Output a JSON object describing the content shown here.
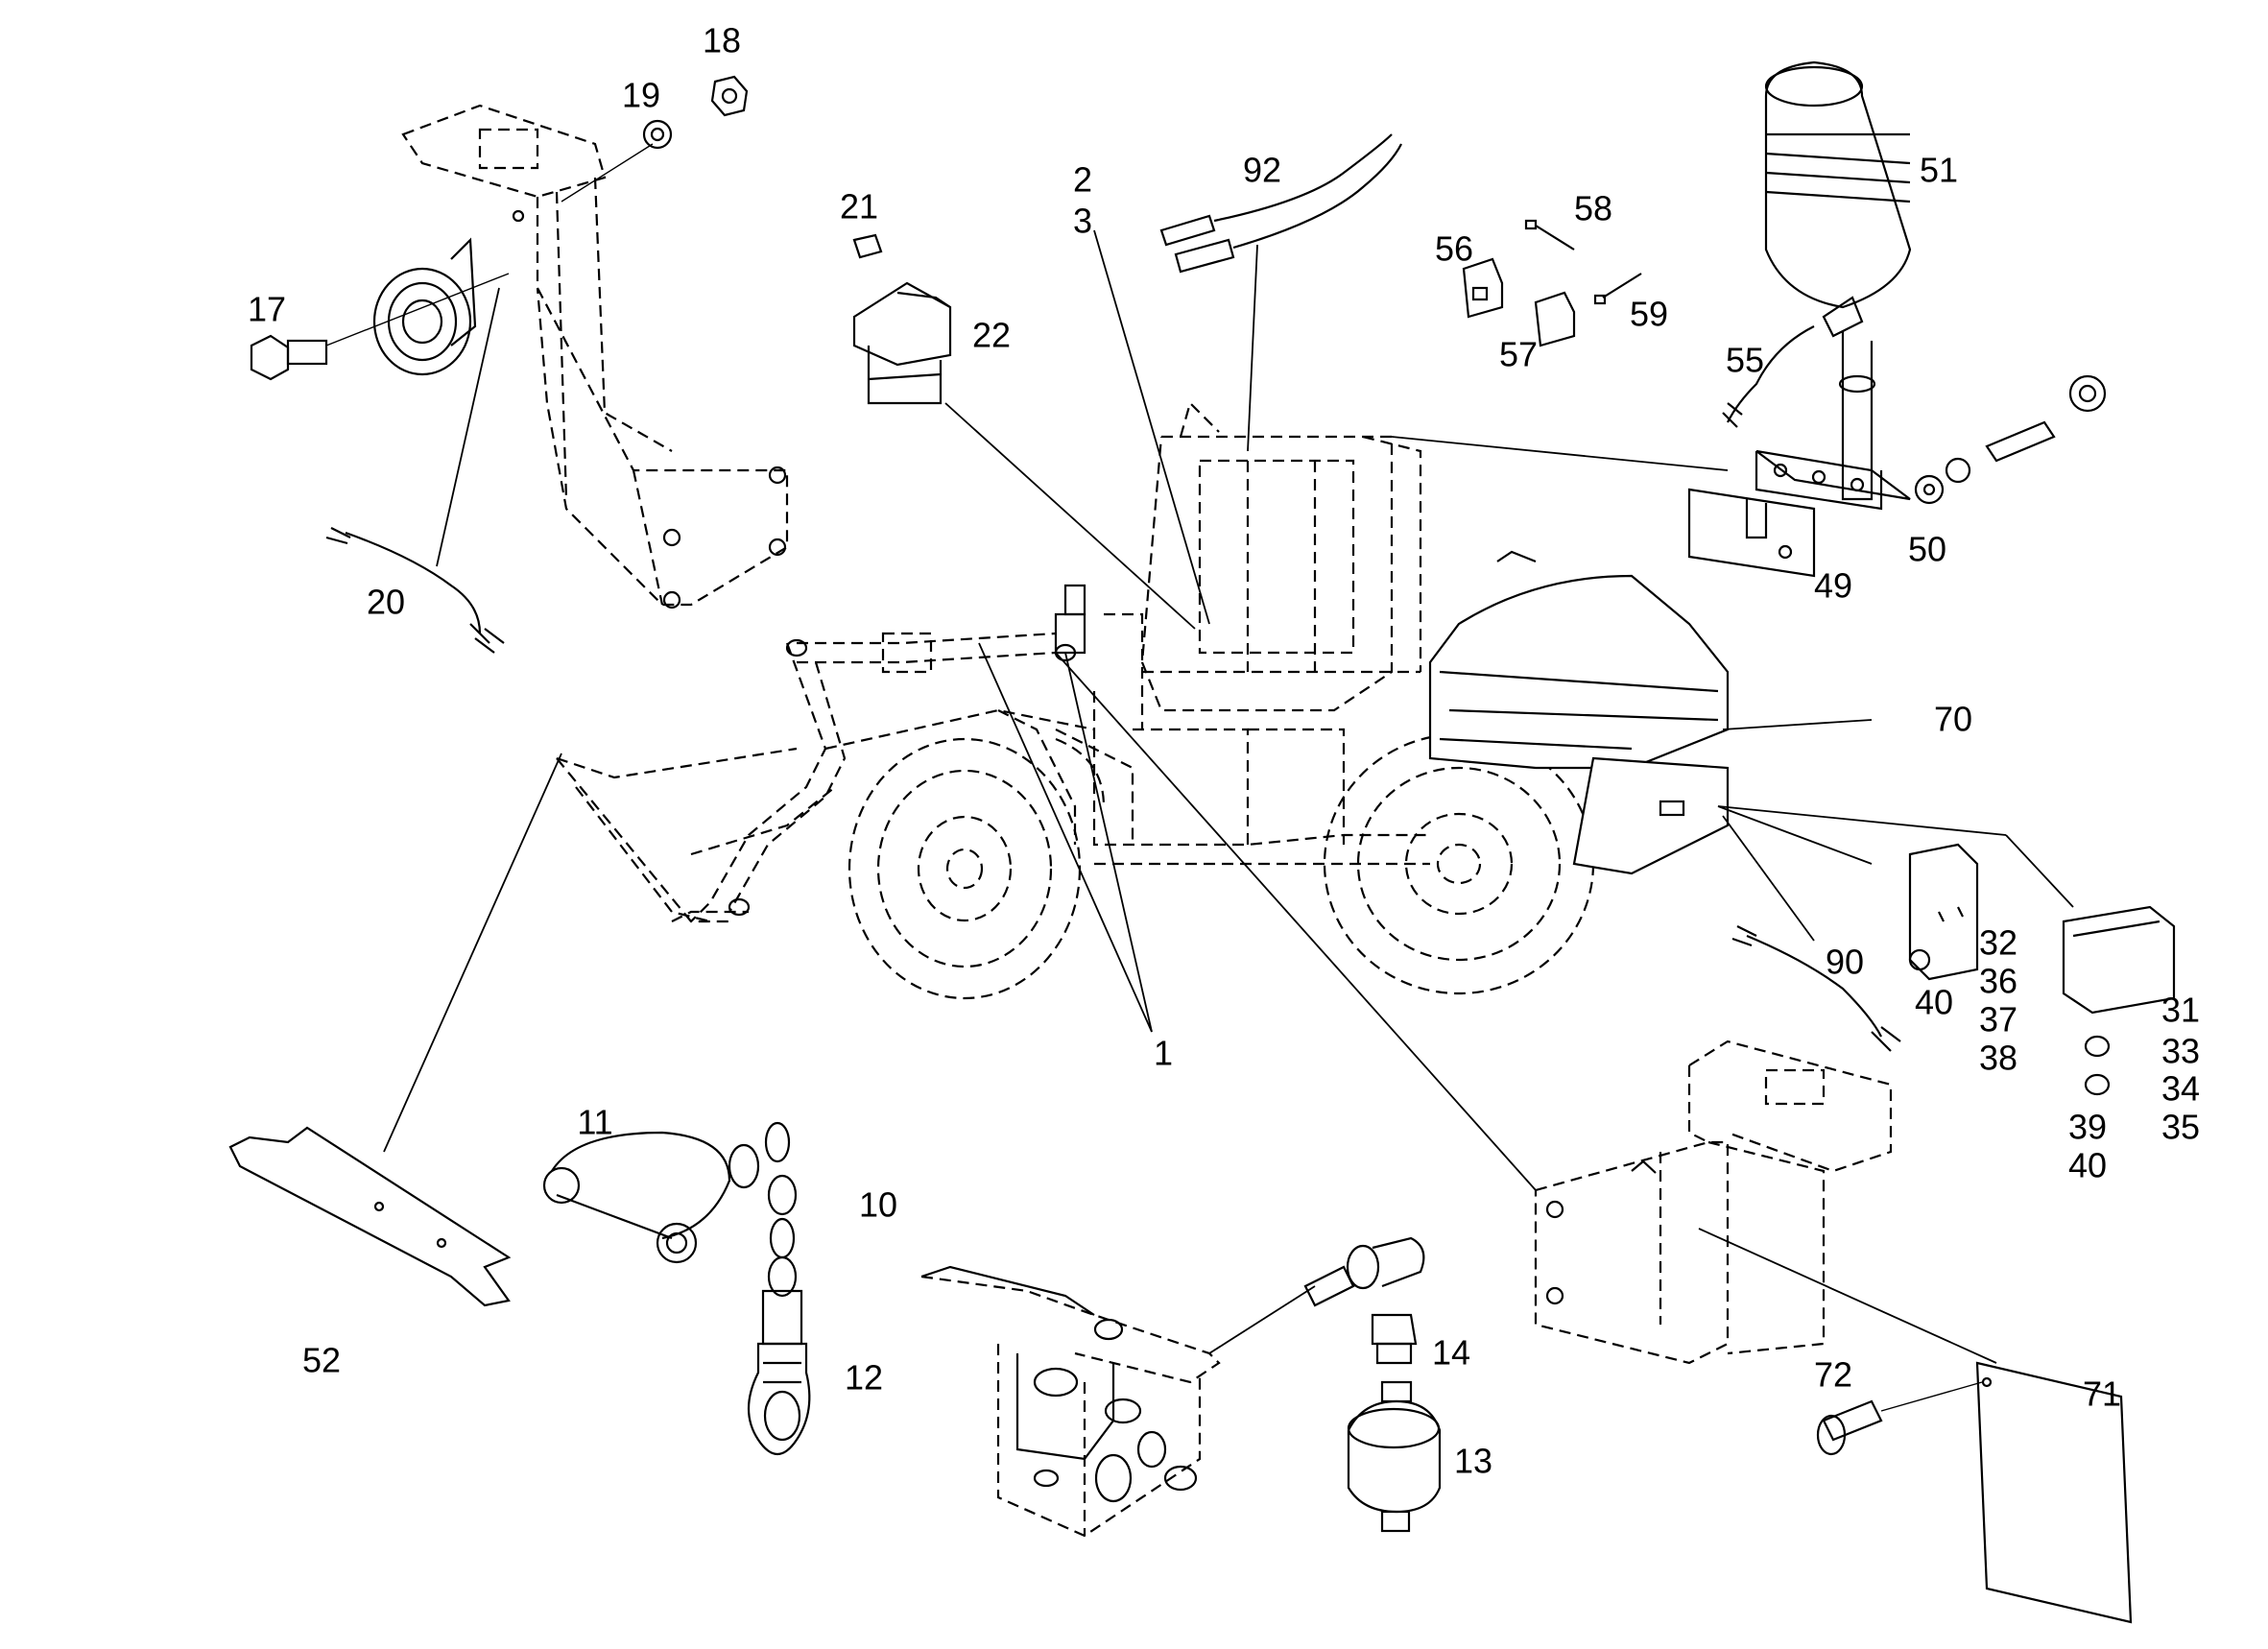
{
  "callouts": {
    "c1": "1",
    "c2": "2",
    "c3": "3",
    "c10": "10",
    "c11": "11",
    "c12": "12",
    "c13": "13",
    "c14": "14",
    "c17": "17",
    "c18": "18",
    "c19": "19",
    "c20": "20",
    "c21": "21",
    "c22": "22",
    "c31": "31",
    "c32": "32",
    "c33": "33",
    "c34": "34",
    "c35": "35",
    "c36": "36",
    "c37": "37",
    "c38": "38",
    "c39": "39",
    "c40a": "40",
    "c40b": "40",
    "c49": "49",
    "c50": "50",
    "c51": "51",
    "c52": "52",
    "c55": "55",
    "c56": "56",
    "c57": "57",
    "c58": "58",
    "c59": "59",
    "c70": "70",
    "c71": "71",
    "c72": "72",
    "c90": "90",
    "c92": "92"
  }
}
